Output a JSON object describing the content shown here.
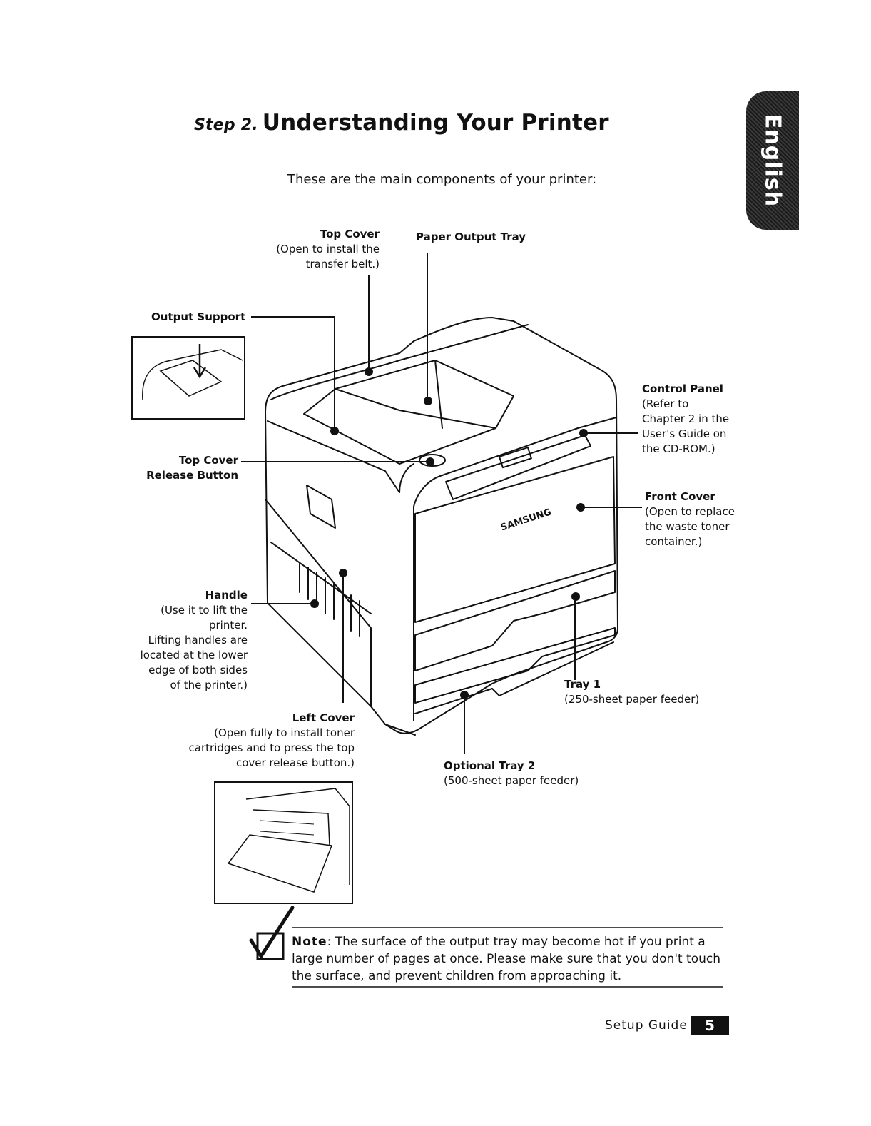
{
  "header": {
    "step": "Step 2.",
    "title": "Understanding Your Printer",
    "intro": "These are the main components of your printer:"
  },
  "side_tab": {
    "label": "English"
  },
  "components": {
    "top_cover": {
      "name": "Top Cover",
      "desc": [
        "(Open to install the",
        "transfer belt.)"
      ]
    },
    "paper_output_tray": {
      "name": "Paper Output Tray"
    },
    "output_support": {
      "name": "Output Support"
    },
    "control_panel": {
      "name": "Control Panel",
      "desc": [
        "(Refer to",
        "Chapter 2 in the",
        "User's Guide on",
        "the CD-ROM.)"
      ]
    },
    "top_cover_release": {
      "name": [
        "Top Cover",
        "Release Button"
      ]
    },
    "front_cover": {
      "name": "Front Cover",
      "desc": [
        "(Open to replace",
        "the waste toner",
        "container.)"
      ]
    },
    "handle": {
      "name": "Handle",
      "desc": [
        "(Use it to lift the",
        "printer.",
        "Lifting handles are",
        "located at the lower",
        "edge of both sides",
        "of the printer.)"
      ]
    },
    "tray1": {
      "name": "Tray 1",
      "desc": "(250-sheet paper feeder)"
    },
    "left_cover": {
      "name": "Left Cover",
      "desc": [
        "(Open fully to install toner",
        "cartridges and to press the top",
        "cover release button.)"
      ]
    },
    "optional_tray2": {
      "name": "Optional Tray 2",
      "desc": "(500-sheet paper feeder)"
    }
  },
  "brand_mark": "SAMSUNG",
  "note": {
    "keyword": "Note",
    "text": ": The surface of the output tray may become hot if you print a large number of pages at once. Please make sure that you don't touch the surface, and prevent children from approaching it."
  },
  "footer": {
    "guide": "Setup Guide",
    "page": "5"
  }
}
